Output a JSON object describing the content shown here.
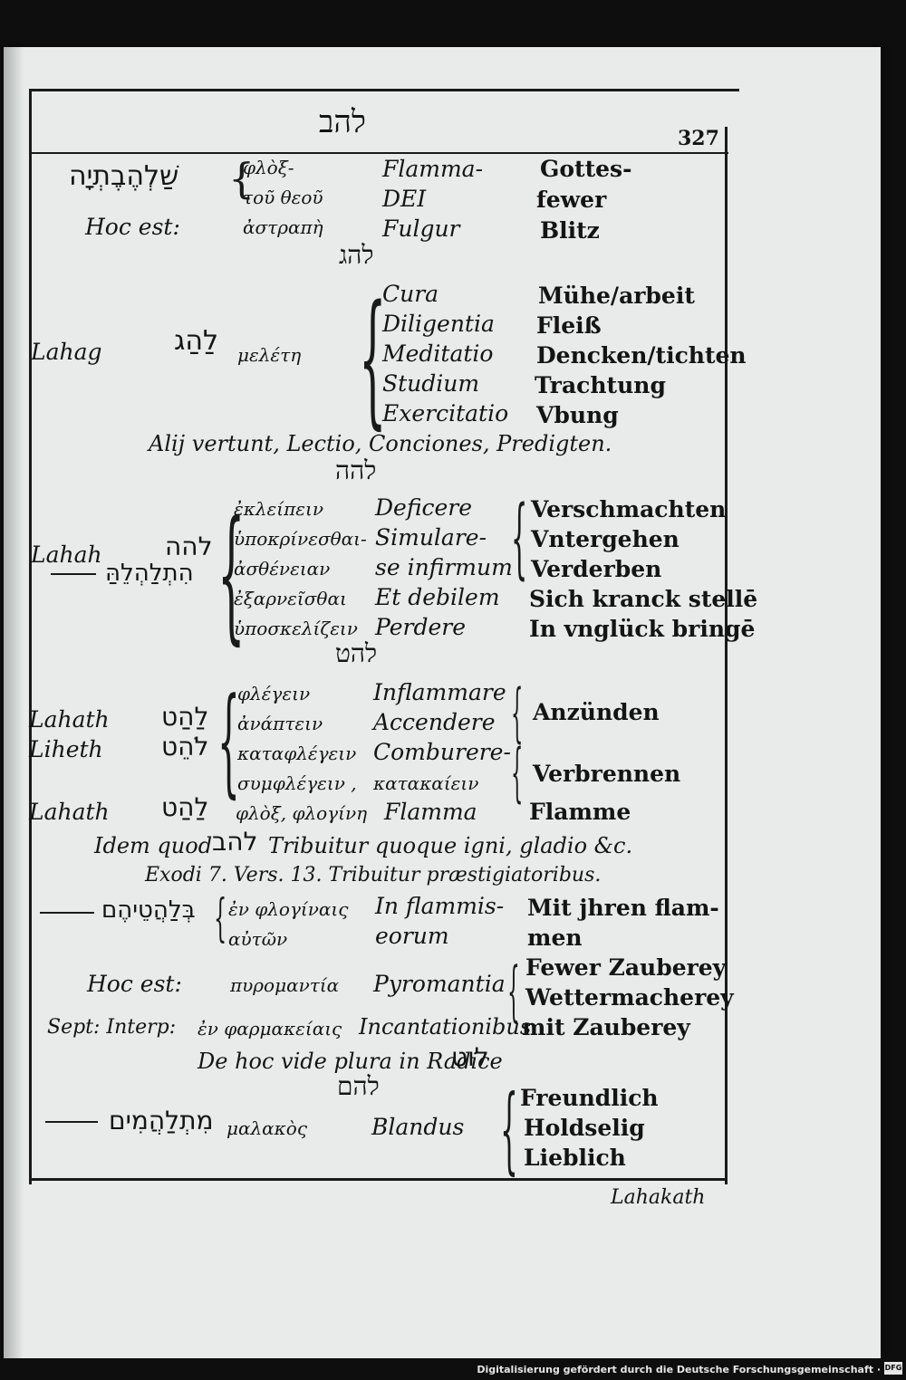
{
  "header": {
    "root": "להב",
    "page_number": "327"
  },
  "section1": {
    "hebrew": "שַׁלְהֶבֶתְיָה",
    "label": "Hoc est:",
    "greek": [
      "φλὸξ-",
      "τοῦ θεοῦ",
      "ἀστραπὴ"
    ],
    "latin": [
      "Flamma-",
      "DEI",
      "Fulgur"
    ],
    "german": [
      "Gottes-",
      "fewer",
      "Blitz"
    ]
  },
  "section2": {
    "root": "להג",
    "translit": "Lahag",
    "hebrew": "לַהַג",
    "greek": "μελέτη",
    "latin": [
      "Cura",
      "Diligentia",
      "Meditatio",
      "Studium",
      "Exercitatio"
    ],
    "german": [
      "Mühe/arbeit",
      "Fleiß",
      "Dencken/tichten",
      "Trachtung",
      "Vbung"
    ],
    "note": "Alij vertunt, Lectio, Conciones, Predigten."
  },
  "section3": {
    "root": "להה",
    "translit": "Lahah",
    "hebrew": [
      "להה",
      "הִתְלַהְלֵהַּ"
    ],
    "greek": [
      "ἐκλείπειν",
      "ὑποκρίνεσθαι-",
      "ἀσθένειαν",
      "ἐξαρνεῖσθαι",
      "ὑποσκελίζειν"
    ],
    "latin": [
      "Deficere",
      "Simulare-",
      "se infirmum",
      "Et debilem",
      "Perdere"
    ],
    "german": [
      "Verschmachten",
      "Vntergehen",
      "Verderben",
      "Sich kranck stellē",
      "In vnglück bringē"
    ]
  },
  "section4": {
    "root": "להט",
    "translit": [
      "Lahath",
      "Liheth",
      "Lahath"
    ],
    "hebrew": [
      "לַהַט",
      "לֹהֵט",
      "לַהַט"
    ],
    "greek": [
      "φλέγειν",
      "ἀνάπτειν",
      "καταφλέγειν",
      "συμφλέγειν ,",
      "κατακαίειν",
      "φλὸξ, φλογίνη"
    ],
    "latin": [
      "Inflammare",
      "Accendere",
      "Comburere-",
      "Flamma"
    ],
    "german": [
      "Anzünden",
      "Verbrennen",
      "Flamme"
    ],
    "note1_a": "Idem quod",
    "note1_heb": "להב",
    "note1_b": "Tribuitur quoque igni, gladio &c.",
    "note2": "Exodi 7. Vers. 13. Tribuitur præstigiatoribus.",
    "hebrew2": "בְּלַהֲטֵיהֶם",
    "greek2": [
      "ἐν φλογίναις",
      "αὐτῶν"
    ],
    "latin2": [
      "In flammis-",
      "eorum"
    ],
    "german2": [
      "Mit jhren flam-",
      "men"
    ],
    "hoc_est": "Hoc est:",
    "greek3": "πυρομαντία",
    "latin3": "Pyromantia",
    "german3": [
      "Fewer Zauberey",
      "Wettermacherey"
    ],
    "sept": "Sept: Interp:",
    "greek4": "ἐν φαρμακείαις",
    "latin4": "Incantationibus",
    "german4": "mit Zauberey",
    "note3": "De hoc vide plura in Radice",
    "note3_heb": "לוט"
  },
  "section5": {
    "root": "להם",
    "hebrew": "מִתְלַהֲמִים",
    "greek": "μαλακὸς",
    "latin": "Blandus",
    "german": [
      "Freundlich",
      "Holdselig",
      "Lieblich"
    ]
  },
  "catchword": "Lahakath",
  "footer": {
    "credit": "Digitalisierung gefördert durch die Deutsche Forschungsgemeinschaft ·",
    "logo": "DFG"
  }
}
